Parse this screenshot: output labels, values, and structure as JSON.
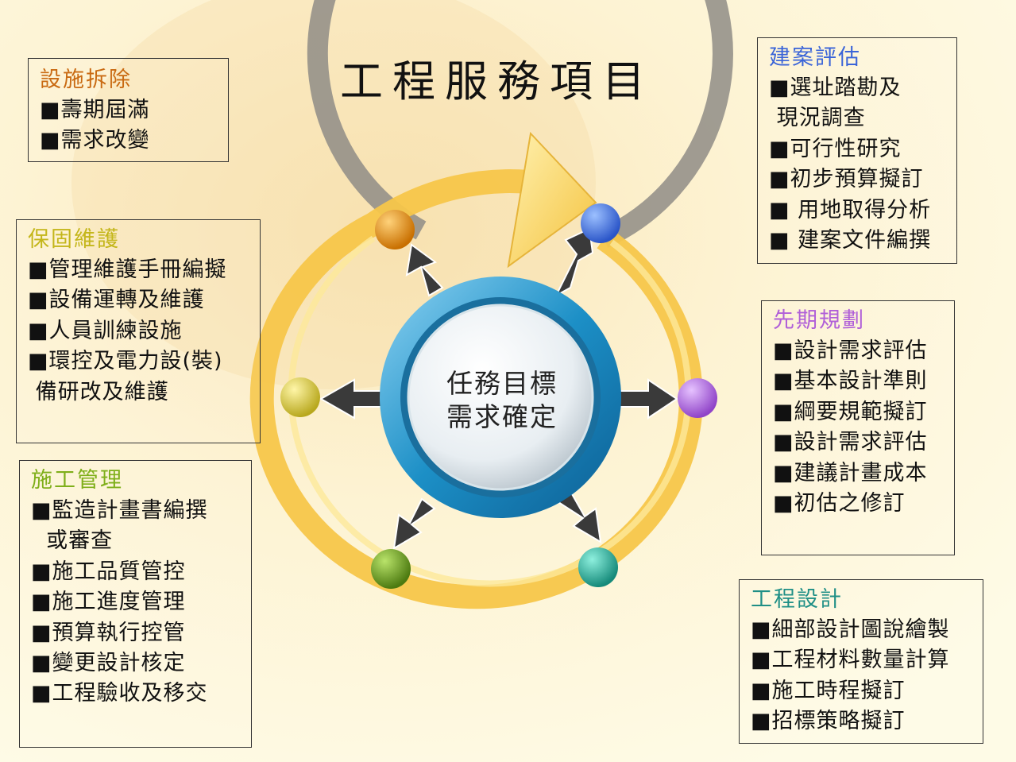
{
  "title": "工程服務項目",
  "center": {
    "line1": "任務目標",
    "line2": "需求確定"
  },
  "colors": {
    "background": "#fdf8dc",
    "ring_yellow": "#f7c64a",
    "ring_gray": "#8f8c86",
    "center_blue": "#1c8fc6",
    "node_orange": "#e08a0c",
    "node_blue": "#3f6fd8",
    "node_purple": "#b16ad7",
    "node_teal": "#2fa392",
    "node_green": "#6a9b21",
    "node_yellow": "#d9c947"
  },
  "boxes": {
    "demolition": {
      "heading": "設施拆除",
      "heading_color": "#c96a12",
      "items": [
        "■壽期屆滿",
        "■需求改變"
      ]
    },
    "maintenance": {
      "heading": "保固維護",
      "heading_color": "#c4b61a",
      "items": [
        "■管理維護手冊編擬",
        "■設備運轉及維護",
        "■人員訓練設施",
        "■環控及電力設(裝)",
        " 備研改及維護"
      ]
    },
    "construction": {
      "heading": "施工管理",
      "heading_color": "#7faf1a",
      "items": [
        "■監造計畫書編撰",
        "  或審查",
        "■施工品質管控",
        "■施工進度管理",
        "■預算執行控管",
        "■變更設計核定",
        "■工程驗收及移交"
      ]
    },
    "evaluation": {
      "heading": "建案評估",
      "heading_color": "#3a64d8",
      "items": [
        "■選址踏勘及",
        " 現況調查",
        "■可行性研究",
        "■初步預算擬訂",
        "■ 用地取得分析",
        "■ 建案文件編撰"
      ]
    },
    "planning": {
      "heading": "先期規劃",
      "heading_color": "#b05fd8",
      "items": [
        "■設計需求評估",
        "■基本設計準則",
        "■綱要規範擬訂",
        "■設計需求評估",
        "■建議計畫成本",
        "■初估之修訂"
      ]
    },
    "design": {
      "heading": "工程設計",
      "heading_color": "#1f8f86",
      "items": [
        "■細部設計圖說繪製",
        "■工程材料數量計算",
        "■施工時程擬訂",
        "■招標策略擬訂"
      ]
    }
  }
}
